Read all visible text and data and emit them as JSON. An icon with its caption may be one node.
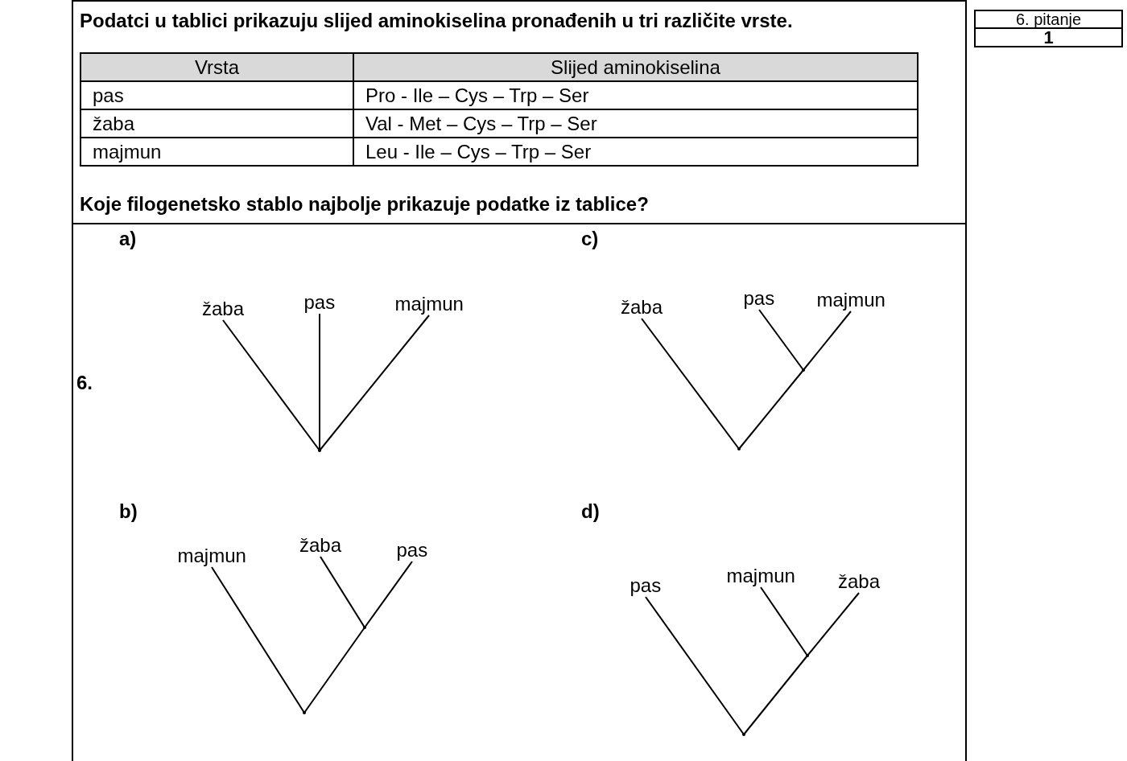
{
  "diagram": {
    "nodes": [
      {
        "text": [
          "žaba"
        ]
      },
      {
        "text": [
          "pas"
        ]
      },
      {
        "text": [
          "majmun"
        ]
      },
      {
        "text": [],
        "shape": "point"
      },
      {
        "text": [
          "žaba"
        ]
      },
      {
        "text": [
          "pas"
        ]
      },
      {
        "text": [
          "majmun"
        ]
      },
      {
        "text": [],
        "shape": "point"
      },
      {
        "text": [],
        "shape": "point"
      },
      {
        "text": [
          "majmun"
        ]
      },
      {
        "text": [
          "žaba"
        ]
      },
      {
        "text": [
          "pas"
        ]
      },
      {
        "text": [],
        "shape": "point"
      },
      {
        "text": [],
        "shape": "point"
      },
      {
        "text": [
          "pas"
        ]
      },
      {
        "text": [
          "majmun"
        ]
      },
      {
        "text": [
          "žaba"
        ]
      },
      {
        "text": [],
        "shape": "point"
      },
      {
        "text": [],
        "shape": "point"
      }
    ],
    "edges": [
      {
        "from": 3,
        "to": 0,
        "arrow": "none"
      },
      {
        "from": 3,
        "to": 1,
        "arrow": "none"
      },
      {
        "from": 3,
        "to": 2,
        "arrow": "none"
      },
      {
        "from": 8,
        "to": 4,
        "arrow": "none"
      },
      {
        "from": 8,
        "to": 7,
        "arrow": "none"
      },
      {
        "from": 7,
        "to": 5,
        "arrow": "none"
      },
      {
        "from": 7,
        "to": 6,
        "arrow": "none"
      },
      {
        "from": 13,
        "to": 9,
        "arrow": "none"
      },
      {
        "from": 13,
        "to": 12,
        "arrow": "none"
      },
      {
        "from": 12,
        "to": 10,
        "arrow": "none"
      },
      {
        "from": 12,
        "to": 11,
        "arrow": "none"
      },
      {
        "from": 18,
        "to": 14,
        "arrow": "none"
      },
      {
        "from": 18,
        "to": 17,
        "arrow": "none"
      },
      {
        "from": 17,
        "to": 15,
        "arrow": "none"
      },
      {
        "from": 17,
        "to": 16,
        "arrow": "none"
      }
    ],
    "labels": [
      "6.",
      "Podatci u tablici prikazuju slijed aminokiselina pronađenih u tri različite vrste.",
      "6. pitanje",
      "1",
      "Vrsta",
      "Slijed aminokiselina",
      "pas",
      "Pro - Ile – Cys – Trp – Ser",
      "žaba",
      "Val - Met – Cys – Trp – Ser",
      "majmun",
      "Leu - Ile – Cys – Trp – Ser",
      "Koje filogenetsko stablo najbolje prikazuje podatke iz tablice?",
      "a)",
      "c)",
      "b)",
      "d)"
    ]
  }
}
